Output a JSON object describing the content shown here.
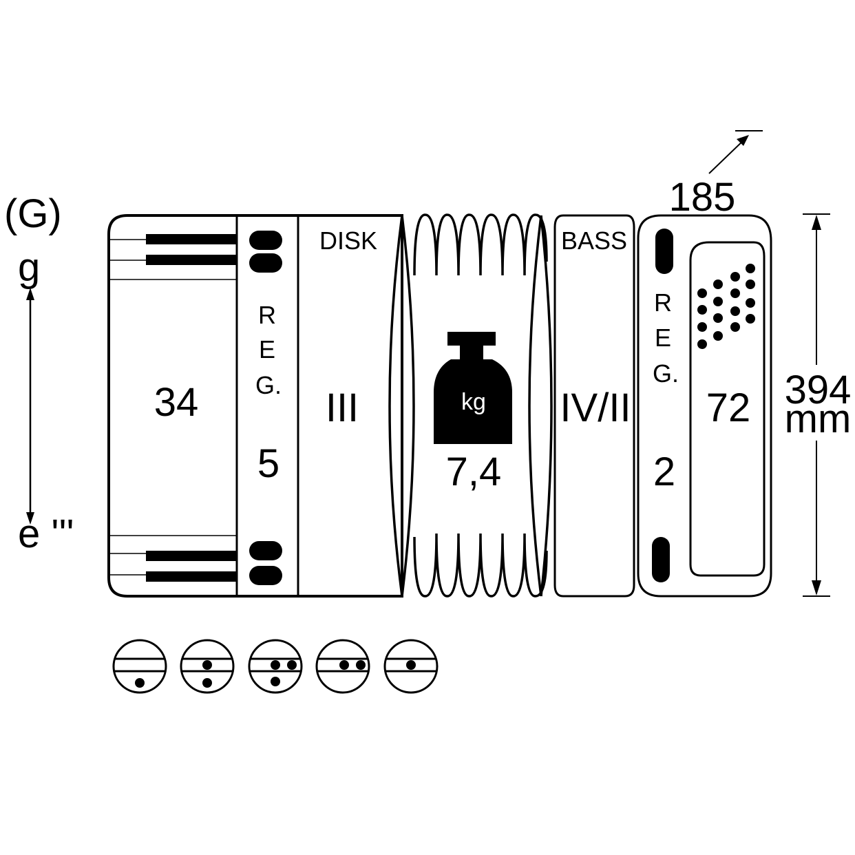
{
  "range": {
    "extended_note": "(G)",
    "lowest_note": "g",
    "highest_note": "e '''"
  },
  "treble": {
    "key_count": "34",
    "register_label": [
      "R",
      "E",
      "G."
    ],
    "register_count": "5",
    "disk_label": "DISK",
    "reed_ranks": "III"
  },
  "bellows": {
    "weight_unit": "kg",
    "weight_value": "7,4"
  },
  "bass": {
    "label": "BASS",
    "reed_ranks": "IV/II",
    "register_label": [
      "R",
      "E",
      "G."
    ],
    "register_count": "2",
    "button_count": "72"
  },
  "dimensions": {
    "depth": "185",
    "height_value": "394",
    "height_unit": "mm"
  },
  "register_symbols": [
    {
      "name": "register-symbol-1",
      "dots": "one low"
    },
    {
      "name": "register-symbol-2",
      "dots": "one middle, one low"
    },
    {
      "name": "register-symbol-3",
      "dots": "two middle, one low"
    },
    {
      "name": "register-symbol-4",
      "dots": "two middle"
    },
    {
      "name": "register-symbol-5",
      "dots": "one middle"
    }
  ]
}
